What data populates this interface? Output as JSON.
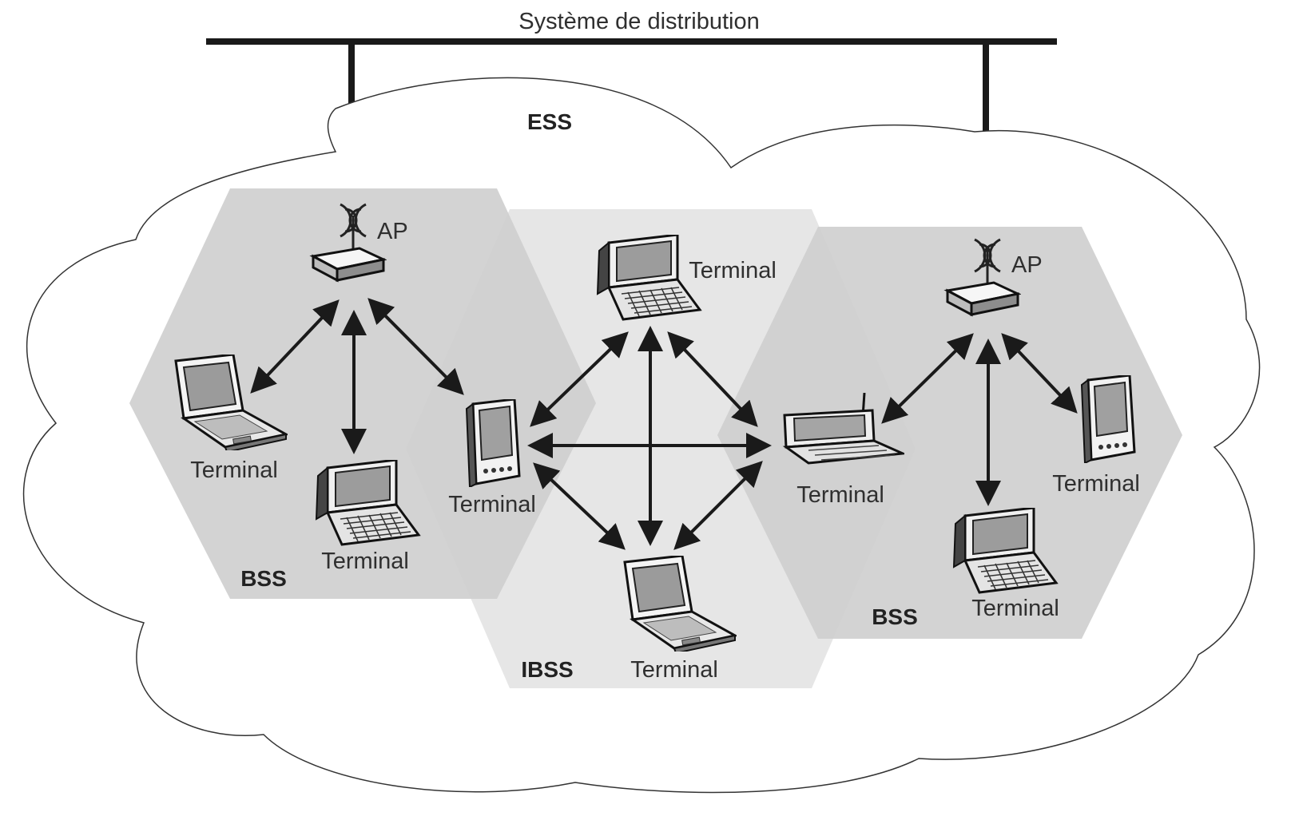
{
  "diagram": {
    "system_label": "Système de distribution",
    "ess_label": "ESS",
    "bss_left_label": "BSS",
    "bss_right_label": "BSS",
    "ibss_label": "IBSS",
    "ap_left_label": "AP",
    "ap_right_label": "AP",
    "terminals": [
      {
        "id": "t-left-laptop",
        "label": "Terminal",
        "device": "laptop-icon"
      },
      {
        "id": "t-left-tablet-keyboard",
        "label": "Terminal",
        "device": "keyboard-laptop-icon"
      },
      {
        "id": "t-pda-center",
        "label": "Terminal",
        "device": "pda-icon"
      },
      {
        "id": "t-ibss-top",
        "label": "Terminal",
        "device": "keyboard-laptop-icon"
      },
      {
        "id": "t-ibss-bottom",
        "label": "Terminal",
        "device": "laptop-icon"
      },
      {
        "id": "t-right-handheld",
        "label": "Terminal",
        "device": "handheld-icon"
      },
      {
        "id": "t-right-bottom",
        "label": "Terminal",
        "device": "keyboard-laptop-icon"
      },
      {
        "id": "t-right-pda",
        "label": "Terminal",
        "device": "pda-icon"
      }
    ],
    "colors": {
      "bss_fill": "#cfcfcf",
      "ibss_fill": "#e6e6e6",
      "line": "#1a1a1a"
    }
  }
}
